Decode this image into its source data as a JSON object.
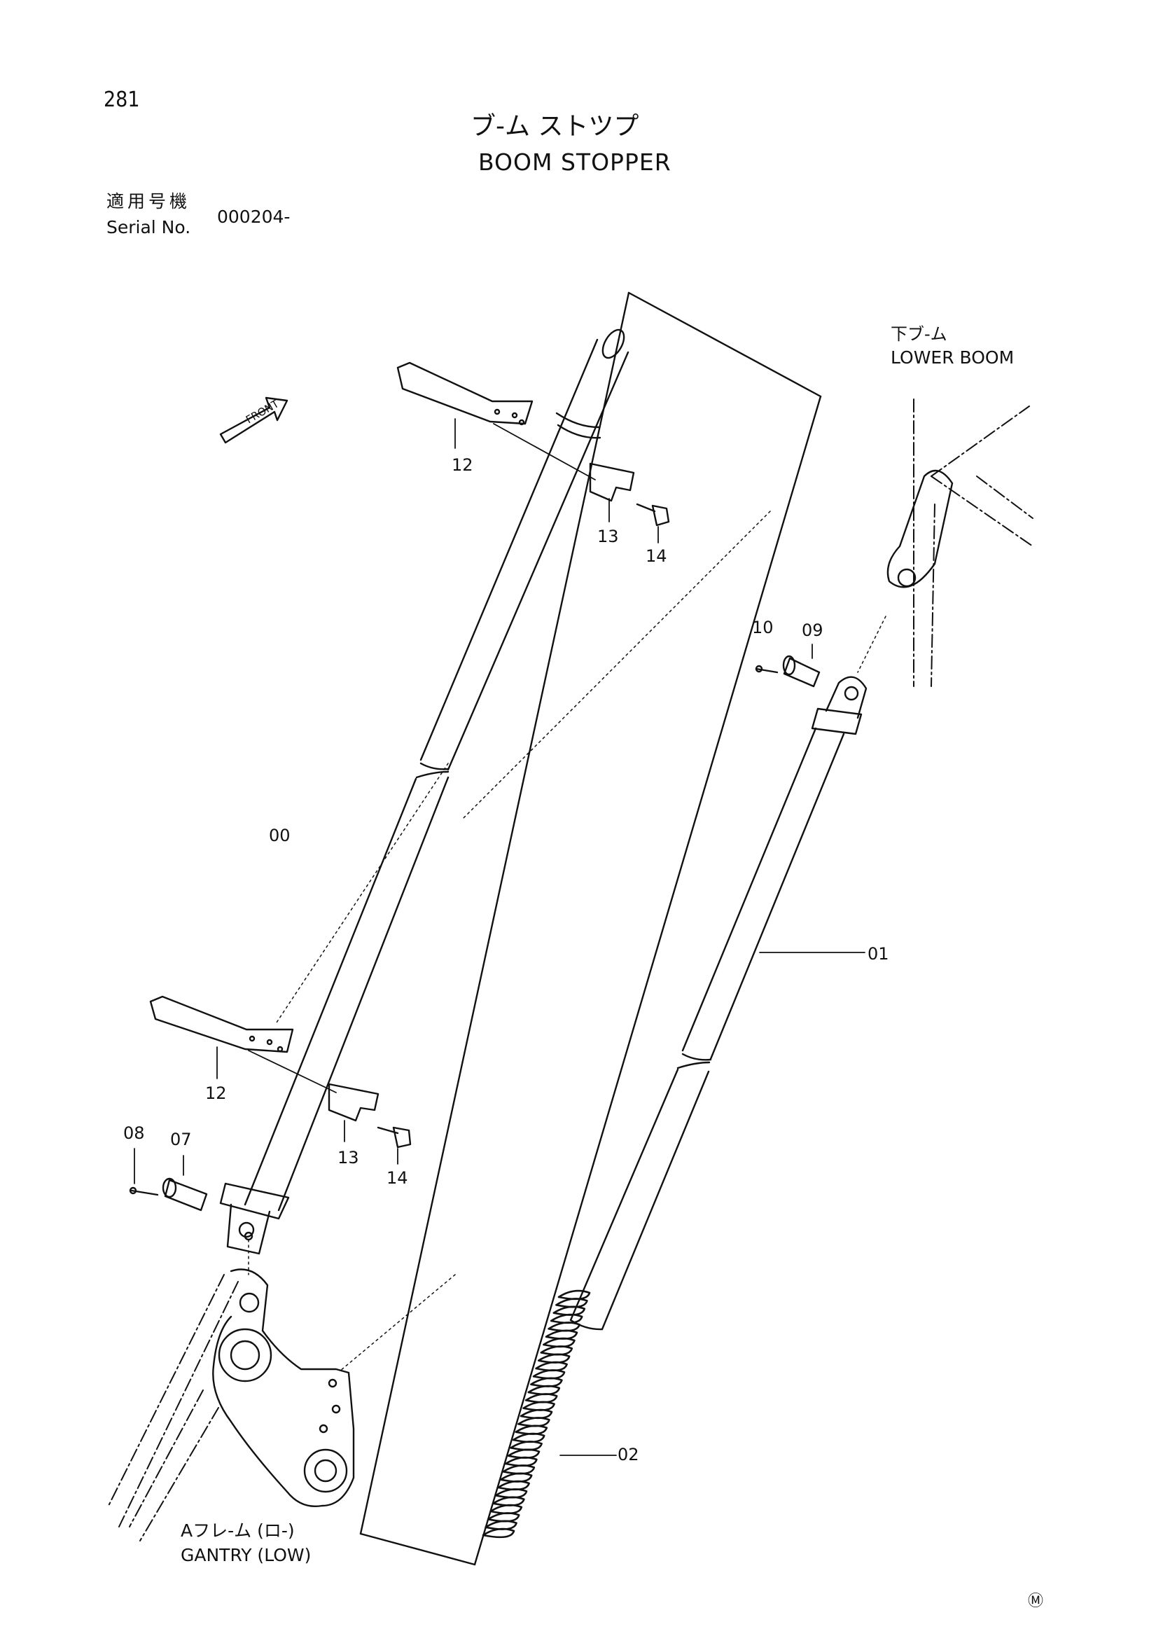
{
  "page_number": "281",
  "title": {
    "ja": "ブ-ム ストツプ",
    "en": "BOOM STOPPER"
  },
  "serial": {
    "label_ja": "適用号機",
    "label_en": "Serial No.",
    "value": "000204-"
  },
  "references": {
    "lower_boom_ja": "下ブ-ム",
    "lower_boom_en": "LOWER BOOM",
    "gantry_ja": "Aフレ-ム (ロ-)",
    "gantry_en": "GANTRY (LOW)"
  },
  "front_arrow_label": "FRONT",
  "parts": [
    "00",
    "01",
    "02",
    "07",
    "08",
    "09",
    "10",
    "12",
    "12",
    "13",
    "13",
    "14",
    "14"
  ],
  "callouts": {
    "p12a": "12",
    "p13a": "13",
    "p14a": "14",
    "p10": "10",
    "p09": "09",
    "p00": "00",
    "p01": "01",
    "p12b": "12",
    "p08": "08",
    "p07": "07",
    "p13b": "13",
    "p14b": "14",
    "p02": "02"
  },
  "footer_mark": "Ⓜ"
}
